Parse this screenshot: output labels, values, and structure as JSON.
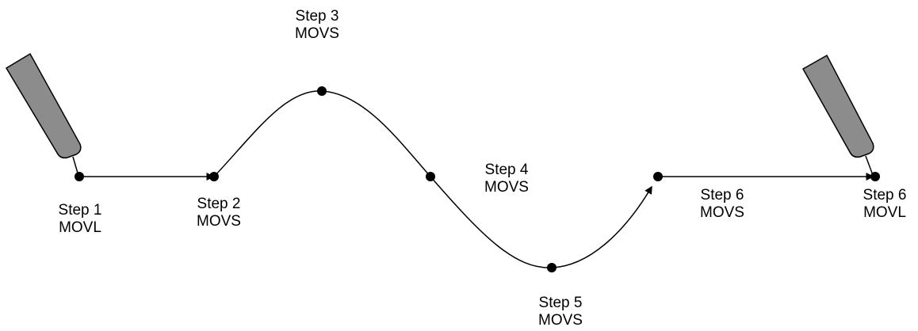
{
  "diagram": {
    "colors": {
      "line": "#000000",
      "point": "#000000",
      "torch_fill": "#8c8c8c",
      "torch_stroke": "#000000",
      "background": "#ffffff"
    },
    "icons": [
      "welding-torch-icon",
      "welding-torch-icon"
    ],
    "steps": [
      {
        "name": "Step 1",
        "instruction": "MOVL"
      },
      {
        "name": "Step 2",
        "instruction": "MOVS"
      },
      {
        "name": "Step 3",
        "instruction": "MOVS"
      },
      {
        "name": "Step 4",
        "instruction": "MOVS"
      },
      {
        "name": "Step 5",
        "instruction": "MOVS"
      },
      {
        "name": "Step 6",
        "instruction": "MOVS"
      },
      {
        "name": "Step 6",
        "instruction": "MOVL"
      }
    ]
  }
}
